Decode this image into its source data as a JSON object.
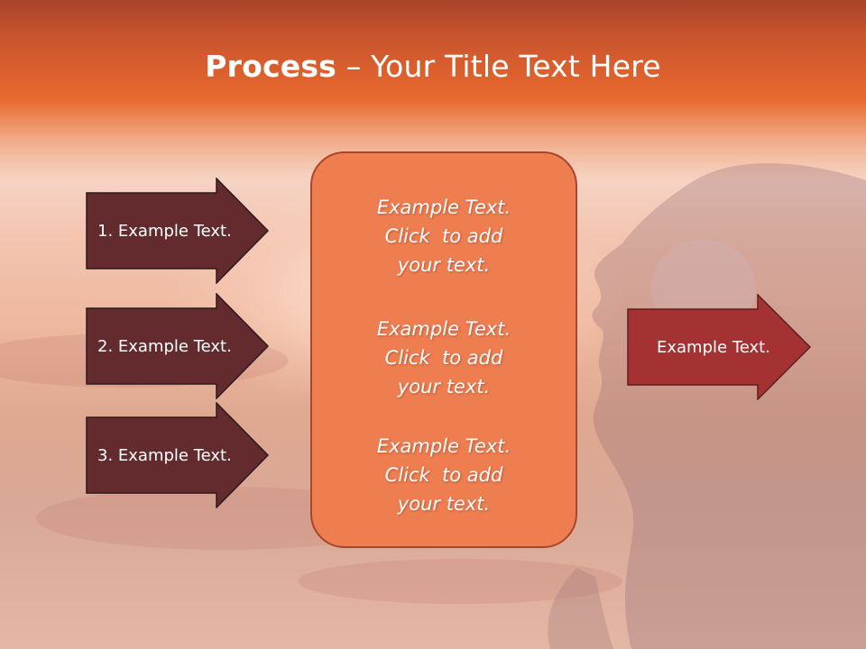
{
  "slide": {
    "title_bold": "Process",
    "title_rest": " – Your Title Text Here",
    "left_arrows": [
      {
        "label": "1. Example Text."
      },
      {
        "label": "2. Example Text."
      },
      {
        "label": "3. Example Text."
      }
    ],
    "center_blocks": [
      {
        "line1": "Example Text.",
        "line2": "Click  to add",
        "line3": "your text."
      },
      {
        "line1": "Example Text.",
        "line2": "Click  to add",
        "line3": "your text."
      },
      {
        "line1": "Example Text.",
        "line2": "Click  to add",
        "line3": "your text."
      }
    ],
    "right_arrow": {
      "label": "Example Text."
    }
  },
  "colors": {
    "header_orange": "#e8682f",
    "left_arrow_fill": "#632b2e",
    "center_box_fill": "#ee7d50",
    "right_arrow_fill": "#a43232"
  }
}
